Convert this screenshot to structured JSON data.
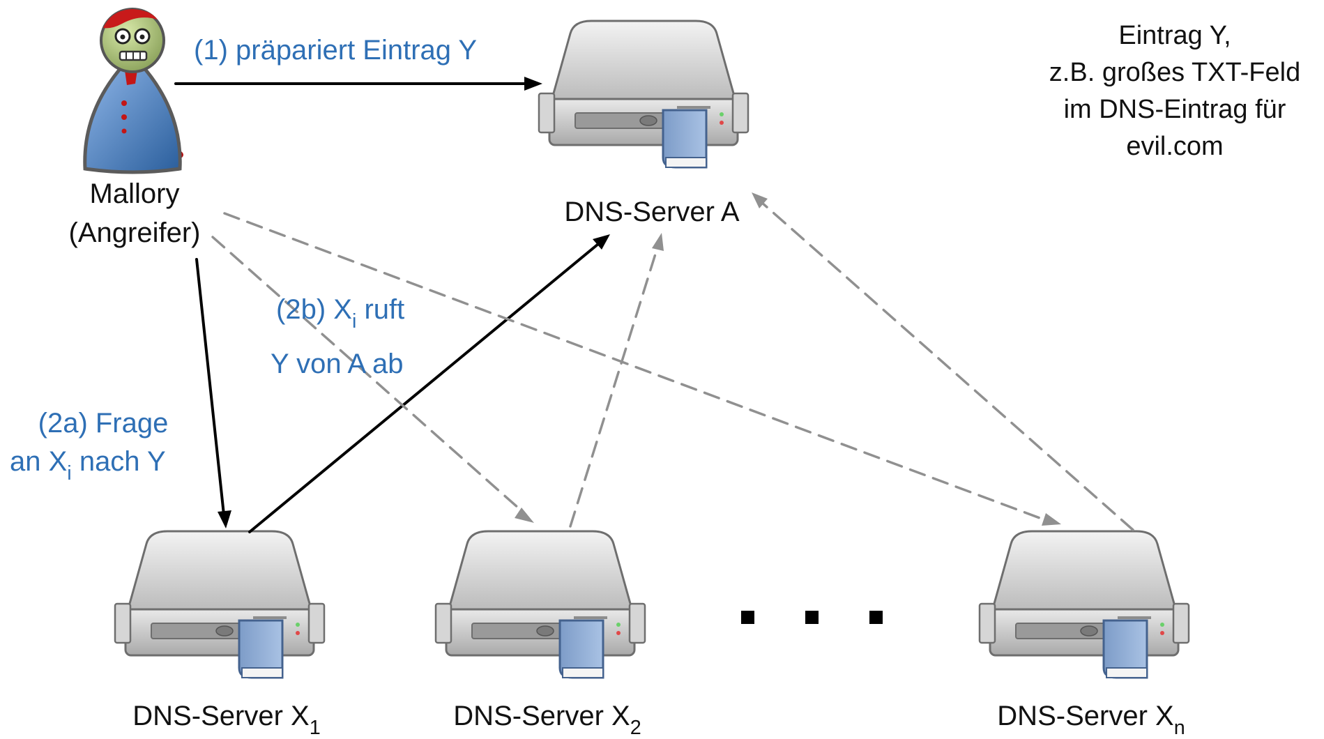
{
  "attacker": {
    "name": "Mallory",
    "role": "(Angreifer)"
  },
  "servers": {
    "a": {
      "label": "DNS-Server A"
    },
    "x1": {
      "label": "DNS-Server X",
      "sub": "1"
    },
    "x2": {
      "label": "DNS-Server X",
      "sub": "2"
    },
    "xn": {
      "label": "DNS-Server X",
      "sub": "n"
    }
  },
  "steps": {
    "step1": {
      "label": "(1) präpariert Eintrag Y"
    },
    "step2a": {
      "line1": "(2a) Frage",
      "line2_prefix": "an X",
      "line2_sub": "i",
      "line2_suffix": " nach Y"
    },
    "step2b": {
      "line1_prefix": "(2b) X",
      "line1_sub": "i",
      "line1_suffix": " ruft",
      "line2": "Y von A ab"
    }
  },
  "note": {
    "lines": [
      "Eintrag Y,",
      "z.B. großes TXT-Feld",
      "im DNS-Eintrag für",
      "evil.com"
    ]
  },
  "ellipsis_count": 3,
  "colors": {
    "text_accent": "#2e6fb5",
    "arrow_solid": "#000000",
    "arrow_dashed": "#909090"
  }
}
